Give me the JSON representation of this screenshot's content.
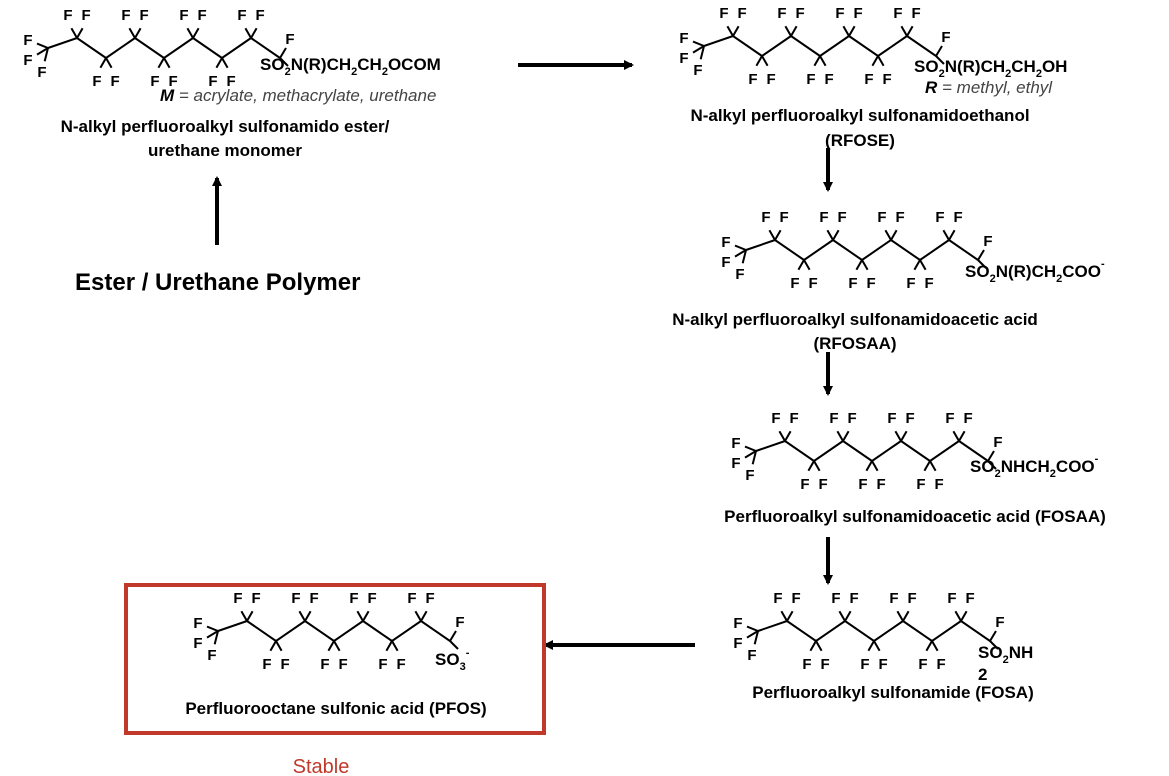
{
  "atom_F": "F",
  "colors": {
    "arrow": "#000000",
    "highlight_box": "#c0392b",
    "stable_text": "#c0392b"
  },
  "monomer": {
    "formula_a": "SO",
    "sub_2": "2",
    "formula_b": "N(R)CH",
    "sub_2b": "2",
    "formula_c": "CH",
    "sub_2c": "2",
    "formula_d": "OCOM",
    "note_symbol": "M",
    "note_text": " = acrylate, methacrylate, urethane",
    "name_line1": "N-alkyl perfluoroalkyl sulfonamido ester/",
    "name_line2": "urethane monomer"
  },
  "polymer": {
    "label": "Ester / Urethane Polymer"
  },
  "rfose": {
    "formula_a": "SO",
    "sub_2": "2",
    "formula_b": "N(R)CH",
    "sub_2b": "2",
    "formula_c": "CH",
    "sub_2c": "2",
    "formula_d": "OH",
    "note_symbol": "R",
    "note_text": " = methyl, ethyl",
    "name_line1": "N-alkyl perfluoroalkyl sulfonamidoethanol",
    "name_line2": "(RFOSE)"
  },
  "rfosaa": {
    "formula_a": "SO",
    "sub_2": "2",
    "formula_b": "N(R)CH",
    "sub_2b": "2",
    "formula_c": "COO",
    "charge": "-",
    "name_line1": "N-alkyl perfluoroalkyl sulfonamidoacetic acid",
    "name_line2": "(RFOSAA)"
  },
  "fosaa": {
    "formula_a": "SO",
    "sub_2": "2",
    "formula_b": "NHCH",
    "sub_2b": "2",
    "formula_c": "COO",
    "charge": "-",
    "name_line1": "Perfluoroalkyl sulfonamidoacetic acid (FOSAA)"
  },
  "fosa": {
    "formula_a": "SO",
    "sub_2": "2",
    "formula_b": "NH",
    "sub_low": "2",
    "name_line1": "Perfluoroalkyl sulfonamide (FOSA)"
  },
  "pfos": {
    "formula_a": "SO",
    "sub_3": "3",
    "charge": "-",
    "name_line1": "Perfluorooctane sulfonic acid (PFOS)",
    "status": "Stable"
  }
}
